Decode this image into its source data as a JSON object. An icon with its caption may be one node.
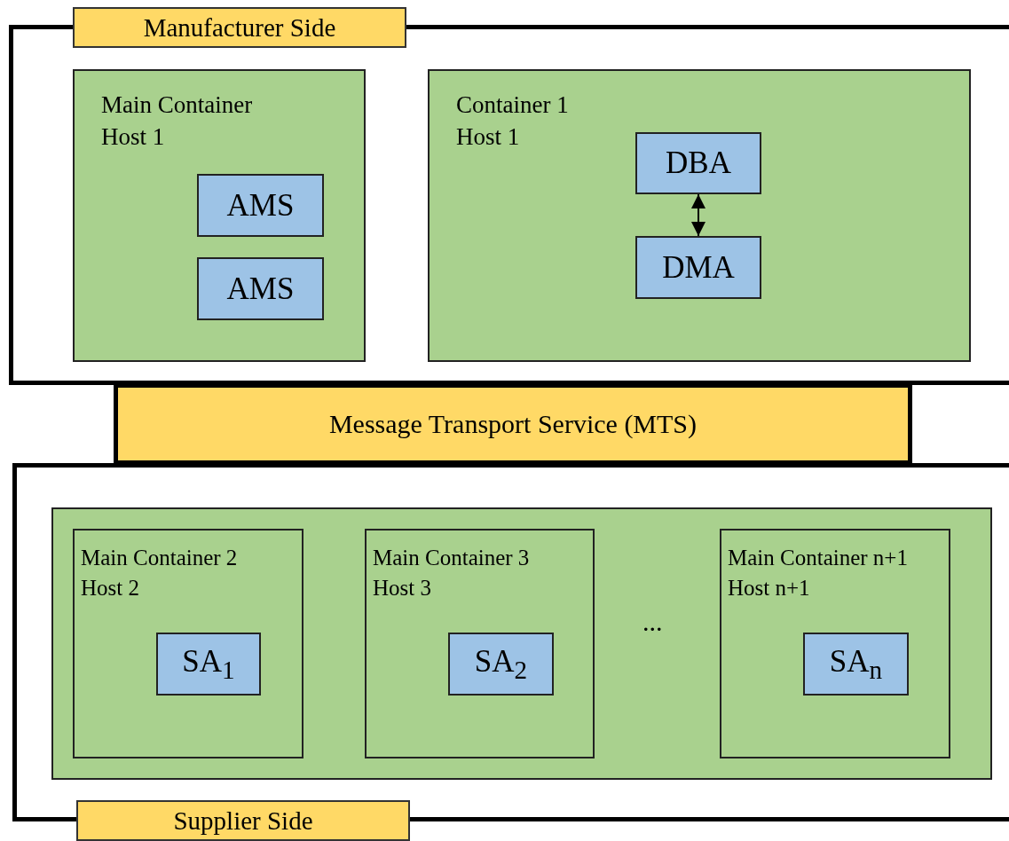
{
  "diagram": {
    "nodes": [
      {
        "text": [
          "Manufacturer Side"
        ]
      },
      {
        "text": [
          "Main Container Host 1"
        ],
        "in": 0
      },
      {
        "text": [
          "AMS"
        ],
        "in": 1
      },
      {
        "text": [
          "AMS"
        ],
        "in": 1
      },
      {
        "text": [
          "Container 1 Host 1"
        ],
        "in": 0
      },
      {
        "text": [
          "DBA"
        ],
        "in": 4
      },
      {
        "text": [
          "DMA"
        ],
        "in": 4
      },
      {
        "text": [
          "Message Transport Service (MTS)"
        ]
      },
      {
        "text": [
          "Supplier Side"
        ]
      },
      {
        "text": [],
        "shape": "box",
        "in": 8
      },
      {
        "text": [
          "Main Container 2 Host 2"
        ],
        "in": 9
      },
      {
        "text": [
          "SA$_{1}$"
        ],
        "in": 10
      },
      {
        "text": [
          "Main Container 3 Host 3"
        ],
        "in": 9
      },
      {
        "text": [
          "SA$_{2}$"
        ],
        "in": 12
      },
      {
        "text": [
          "Main Container n+1 Host n+1"
        ],
        "in": 9
      },
      {
        "text": [
          "SA$_{n}$"
        ],
        "in": 14
      }
    ],
    "edges": [
      {
        "from": 5,
        "to": 6,
        "arrow": "both"
      }
    ],
    "labels": [
      "..."
    ]
  }
}
